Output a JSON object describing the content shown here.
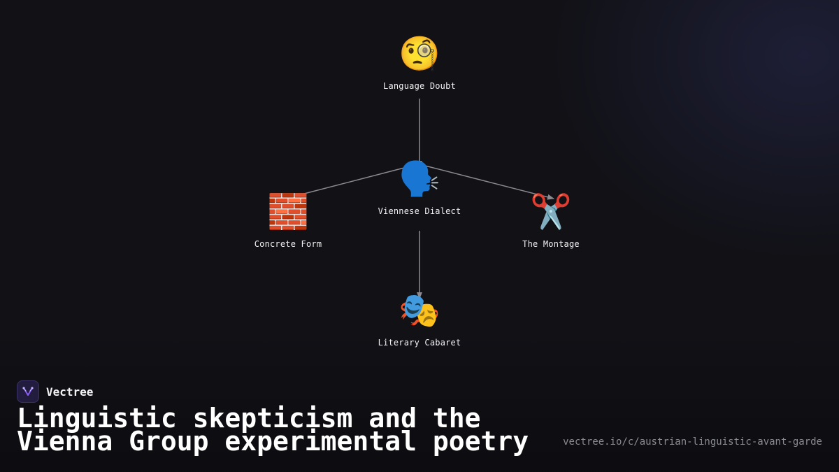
{
  "diagram": {
    "nodes": [
      {
        "id": "language-doubt",
        "icon": "🧐",
        "icon_name": "face-with-monocle-icon",
        "label": "Language Doubt"
      },
      {
        "id": "viennese-dialect",
        "icon": "🗣️",
        "icon_name": "speaking-head-icon",
        "label": "Viennese Dialect"
      },
      {
        "id": "concrete-form",
        "icon": "🧱",
        "icon_name": "brick-icon",
        "label": "Concrete Form"
      },
      {
        "id": "the-montage",
        "icon": "✂️",
        "icon_name": "scissors-icon",
        "label": "The Montage"
      },
      {
        "id": "literary-cabaret",
        "icon": "🎭",
        "icon_name": "performing-arts-icon",
        "label": "Literary Cabaret"
      }
    ],
    "edges": [
      {
        "from": "language-doubt",
        "to": "viennese-dialect"
      },
      {
        "from": "viennese-dialect",
        "to": "concrete-form"
      },
      {
        "from": "viennese-dialect",
        "to": "the-montage"
      },
      {
        "from": "viennese-dialect",
        "to": "literary-cabaret"
      }
    ],
    "edge_color": "#8a8a90"
  },
  "brand": {
    "name": "Vectree",
    "logo_icon": "vectree-logo-icon",
    "accent": "#8b5cf6"
  },
  "title": "Linguistic skepticism and the Vienna Group experimental poetry",
  "source_url": "vectree.io/c/austrian-linguistic-avant-garde"
}
